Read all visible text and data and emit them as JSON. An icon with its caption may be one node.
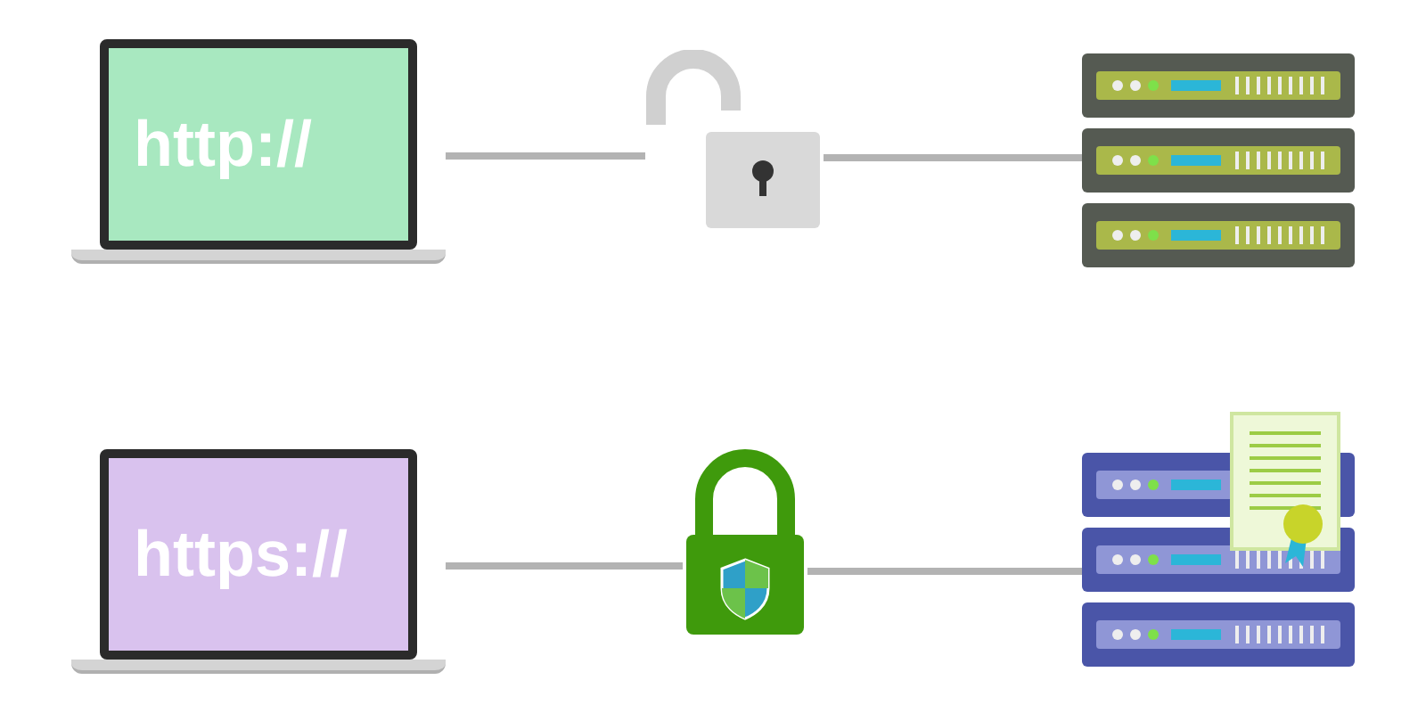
{
  "diagram": {
    "nodes": [
      {
        "text": [
          "http://"
        ]
      },
      {
        "text": [],
        "shape": "padlock"
      },
      {
        "text": [],
        "shape": "server"
      },
      {
        "text": [
          "https://"
        ]
      },
      {
        "text": [],
        "shape": "padlock"
      },
      {
        "text": [],
        "shape": "server"
      }
    ],
    "edges": [
      {
        "from": 0,
        "to": 1,
        "arrow": "none"
      },
      {
        "from": 1,
        "to": 2,
        "arrow": "none"
      },
      {
        "from": 3,
        "to": 4,
        "arrow": "none"
      },
      {
        "from": 4,
        "to": 5,
        "arrow": "none"
      }
    ]
  }
}
